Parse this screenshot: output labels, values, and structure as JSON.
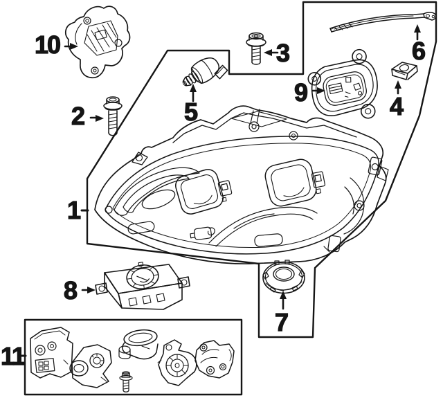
{
  "figure": {
    "type": "exploded-parts-diagram",
    "background": "#ffffff",
    "line_color": "#151515"
  },
  "callouts": [
    {
      "id": 1,
      "label": "1"
    },
    {
      "id": 2,
      "label": "2"
    },
    {
      "id": 3,
      "label": "3"
    },
    {
      "id": 4,
      "label": "4"
    },
    {
      "id": 5,
      "label": "5"
    },
    {
      "id": 6,
      "label": "6"
    },
    {
      "id": 7,
      "label": "7"
    },
    {
      "id": 8,
      "label": "8"
    },
    {
      "id": 9,
      "label": "9"
    },
    {
      "id": 10,
      "label": "10"
    },
    {
      "id": 11,
      "label": "11"
    }
  ]
}
